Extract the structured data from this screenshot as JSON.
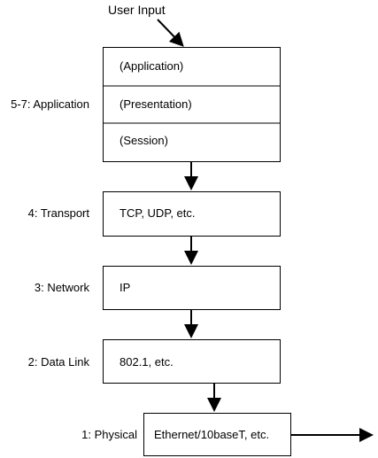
{
  "diagram": {
    "input_label": "User Input",
    "application": {
      "name": "5-7: Application",
      "sublayers": [
        "(Application)",
        "(Presentation)",
        "(Session)"
      ]
    },
    "layers": [
      {
        "name": "4: Transport",
        "content": "TCP, UDP, etc."
      },
      {
        "name": "3: Network",
        "content": "IP"
      },
      {
        "name": "2: Data Link",
        "content": "802.1, etc."
      },
      {
        "name": "1: Physical",
        "content": "Ethernet/10baseT, etc."
      }
    ],
    "colors": {
      "stroke": "#000000",
      "background": "#ffffff"
    }
  }
}
